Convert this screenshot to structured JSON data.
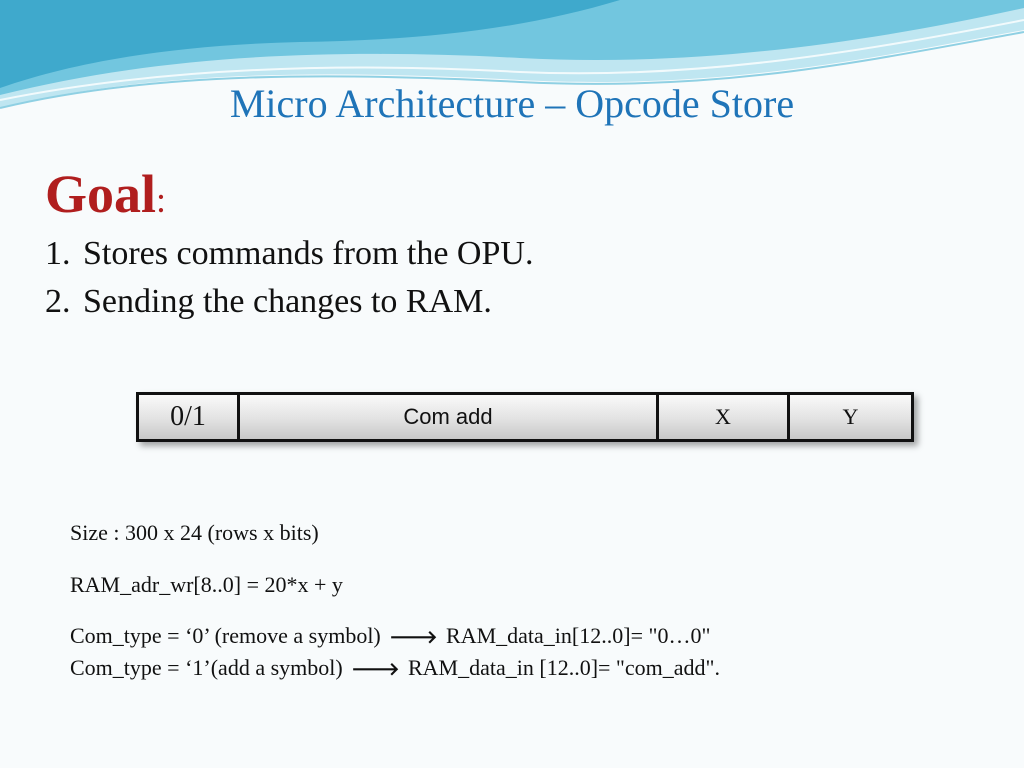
{
  "slide": {
    "title": "Micro Architecture – Opcode Store",
    "background_colors": {
      "wave_dark": "#4fb6d6",
      "wave_light": "#bfe6f1",
      "page": "#f8fbfc",
      "title": "#1f74b8",
      "goal": "#b01e1e"
    }
  },
  "goal": {
    "heading": "Goal",
    "colon": ":",
    "items": [
      {
        "num": "1.",
        "text": "Stores commands from the OPU."
      },
      {
        "num": "2.",
        "text": "Sending the changes to RAM."
      }
    ]
  },
  "fields": {
    "flag": "0/1",
    "com_add": "Com add",
    "x": "X",
    "y": "Y"
  },
  "notes": {
    "size": "Size : 300 x 24 (rows x bits)",
    "ram_adr": "RAM_adr_wr[8..0] = 20*x + y",
    "remove_left": "Com_type = ‘0’ (remove a symbol)",
    "remove_right": "RAM_data_in[12..0]= \"0…0\"",
    "add_left": "Com_type = ‘1’(add a symbol)",
    "add_right": "RAM_data_in [12..0]= \"com_add\".",
    "arrow": "🡒"
  }
}
